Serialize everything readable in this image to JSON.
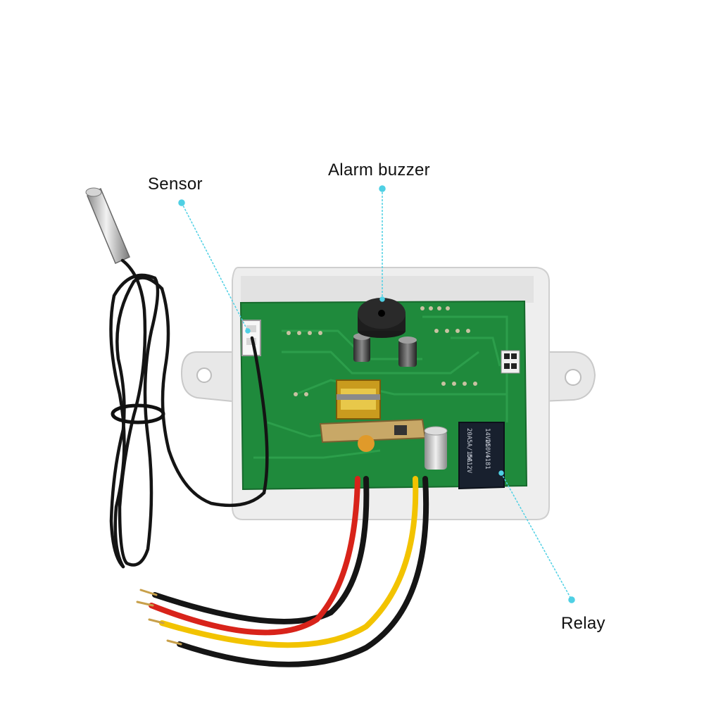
{
  "callouts": {
    "sensor": "Sensor",
    "alarm_buzzer": "Alarm buzzer",
    "relay": "Relay"
  },
  "relay_markings": [
    "20A",
    "14VDC",
    "5A/15A",
    "250V~",
    "DC12V",
    "4181"
  ],
  "colors": {
    "callout_line": "#4fd0e4",
    "pcb": "#1f8a3c",
    "enclosure": "#ececec",
    "wire_red": "#d8231a",
    "wire_yellow": "#f2c300",
    "wire_black": "#151515"
  }
}
